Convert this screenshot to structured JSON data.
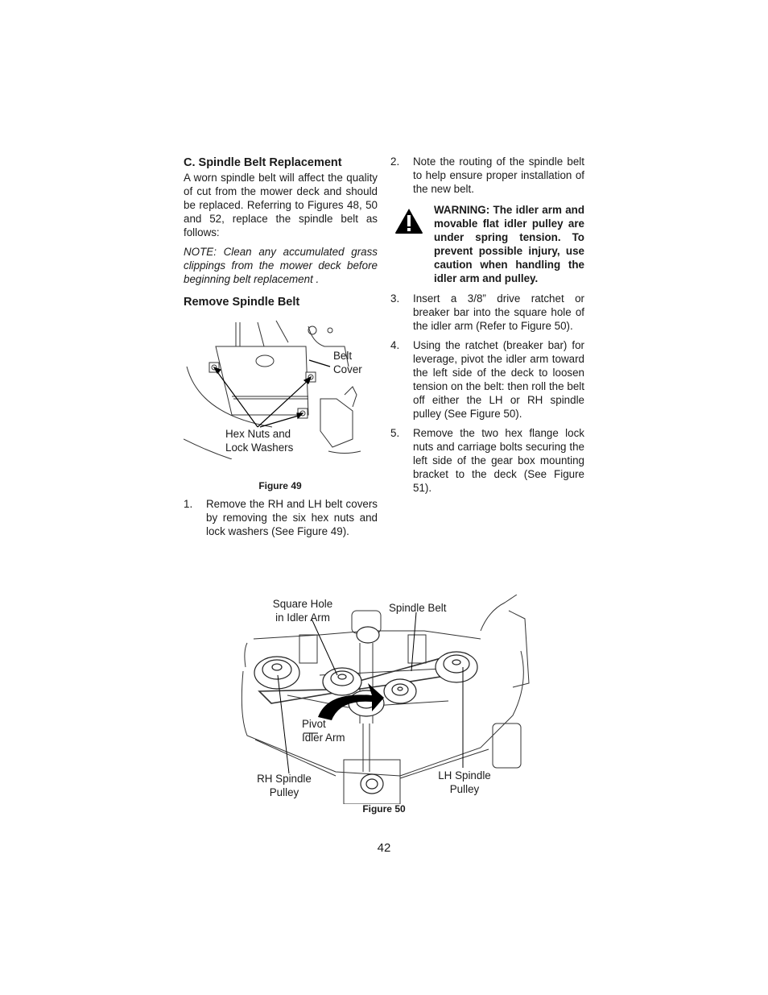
{
  "left_column": {
    "section_heading": "C.  Spindle Belt Replacement",
    "intro": "A worn spindle belt will affect the quality of cut from the mower deck and should be replaced. Referring to Figures 48, 50 and 52, replace the spindle belt as follows:",
    "note": "NOTE: Clean any accumulated grass clippings from the mower deck before beginning belt replacement .",
    "subheading": "Remove Spindle Belt",
    "figure49": {
      "caption": "Figure 49",
      "labels": {
        "belt_cover": "Belt\nCover",
        "hex_nuts": "Hex Nuts and\nLock Washers"
      }
    },
    "steps": [
      {
        "num": "1.",
        "text": "Remove the  RH and LH belt covers by removing the six hex nuts and lock washers (See Figure 49)."
      }
    ]
  },
  "right_column": {
    "steps_before": [
      {
        "num": "2.",
        "text": "Note the routing of the spindle belt to help ensure proper installation of the new belt."
      }
    ],
    "warning": "WARNING: The idler arm and movable flat idler pulley are under spring tension. To prevent possible injury, use caution when handling the idler arm and pulley.",
    "steps_after": [
      {
        "num": "3.",
        "text": "Insert a 3/8” drive ratchet or breaker bar into the square hole of the idler arm (Refer to Figure 50)."
      },
      {
        "num": "4.",
        "text": "Using the ratchet (breaker bar) for leverage, pivot the idler arm toward the left side of the deck to loosen tension on the belt: then roll the belt off either the LH or RH  spindle pulley (See Figure 50)."
      },
      {
        "num": "5.",
        "text": "Remove the two hex flange lock nuts and carriage bolts securing the left side of the gear box mounting bracket to the deck (See Figure 51)."
      }
    ]
  },
  "figure50": {
    "caption": "Figure 50",
    "labels": {
      "square_hole": "Square Hole\nin Idler Arm",
      "spindle_belt": "Spindle Belt",
      "pivot": "Pivot\nIdler Arm",
      "rh_pulley": "RH Spindle\nPulley",
      "lh_pulley": "LH Spindle\nPulley"
    }
  },
  "page_number": "42"
}
